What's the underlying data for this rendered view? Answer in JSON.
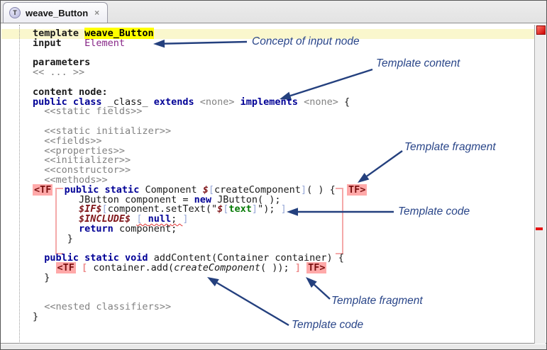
{
  "tab": {
    "title": "weave_Button",
    "icon_letter": "T",
    "close_glyph": "×"
  },
  "annotations": [
    "Concept of input node",
    "Template content",
    "Template fragment",
    "Template code",
    "Template fragment",
    "Template code"
  ],
  "editor": {
    "lines": [
      [
        [
          "kb",
          "template "
        ],
        [
          "hl",
          "weave_Button"
        ]
      ],
      [
        [
          "kb",
          "input"
        ],
        [
          "d",
          "    "
        ],
        [
          "pur",
          "Element"
        ]
      ],
      [],
      [
        [
          "kb",
          "parameters"
        ]
      ],
      [
        [
          "g",
          "<< ... >>"
        ]
      ],
      [],
      [
        [
          "kb",
          "content node:"
        ]
      ],
      [
        [
          "k",
          "public class "
        ],
        [
          "d",
          "_class_ "
        ],
        [
          "k",
          "extends "
        ],
        [
          "g",
          "<none>"
        ],
        [
          "d",
          " "
        ],
        [
          "k",
          "implements "
        ],
        [
          "g",
          "<none>"
        ],
        [
          "d",
          " {"
        ]
      ],
      [
        [
          "d",
          "  "
        ],
        [
          "g",
          "<<static fields>>"
        ]
      ],
      [],
      [
        [
          "d",
          "  "
        ],
        [
          "g",
          "<<static initializer>>"
        ]
      ],
      [
        [
          "d",
          "  "
        ],
        [
          "g",
          "<<fields>>"
        ]
      ],
      [
        [
          "d",
          "  "
        ],
        [
          "g",
          "<<properties>>"
        ]
      ],
      [
        [
          "d",
          "  "
        ],
        [
          "g",
          "<<initializer>>"
        ]
      ],
      [
        [
          "d",
          "  "
        ],
        [
          "g",
          "<<constructor>>"
        ]
      ],
      [
        [
          "d",
          "  "
        ],
        [
          "g",
          "<<methods>>"
        ]
      ],
      [
        [
          "tf",
          "<TF"
        ],
        [
          "d",
          "  "
        ],
        [
          "k",
          "public static "
        ],
        [
          "d",
          "Component "
        ],
        [
          "t",
          "$"
        ],
        [
          "b",
          "["
        ],
        [
          "d",
          "createComponent"
        ],
        [
          "b",
          "]"
        ],
        [
          "d",
          "( ) {  "
        ],
        [
          "tf",
          "TF>"
        ]
      ],
      [
        [
          "d",
          "        JButton component = "
        ],
        [
          "k",
          "new"
        ],
        [
          "d",
          " JButton( );"
        ]
      ],
      [
        [
          "d",
          "        "
        ],
        [
          "t",
          "$IF$"
        ],
        [
          "b",
          "["
        ],
        [
          "d",
          "component.setText(\""
        ],
        [
          "t",
          "$"
        ],
        [
          "b",
          "["
        ],
        [
          "grn",
          "text"
        ],
        [
          "b",
          "]"
        ],
        [
          "d",
          "\"); "
        ],
        [
          "b",
          "]"
        ]
      ],
      [
        [
          "d",
          "        "
        ],
        [
          "t",
          "$INCLUDE$"
        ],
        [
          "d",
          " "
        ],
        [
          "b e",
          "[ "
        ],
        [
          "k e",
          "null"
        ],
        [
          "d e",
          "; "
        ],
        [
          "b",
          "]"
        ]
      ],
      [
        [
          "d",
          "        "
        ],
        [
          "k",
          "return"
        ],
        [
          "d",
          " component;"
        ]
      ],
      [
        [
          "d",
          "      }"
        ]
      ],
      [],
      [
        [
          "d",
          "  "
        ],
        [
          "k",
          "public static void"
        ],
        [
          "d",
          " addContent(Container container) {"
        ]
      ],
      [
        [
          "d",
          "    "
        ],
        [
          "tf",
          "<TF"
        ],
        [
          "d",
          " "
        ],
        [
          "pb",
          "["
        ],
        [
          "d",
          " container.add("
        ],
        [
          "i",
          "createComponent"
        ],
        [
          "d",
          "( )); "
        ],
        [
          "pb",
          "]"
        ],
        [
          "d",
          " "
        ],
        [
          "tf",
          "TF>"
        ]
      ],
      [
        [
          "d",
          "  }"
        ]
      ],
      [],
      [],
      [
        [
          "d",
          "  "
        ],
        [
          "g",
          "<<nested classifiers>>"
        ]
      ],
      [
        [
          "d",
          "}"
        ]
      ]
    ]
  },
  "colors": {
    "arrow_annotation": "#24407e",
    "keyword": "#000096",
    "template_variable": "#7f1519",
    "fragment_badge_bg": "#ffa9a9",
    "occurrence_highlight": "#ffff00",
    "current_line": "#faf7cd",
    "error_marker": "#e51515",
    "bracket_blue": "#97a7d7"
  }
}
